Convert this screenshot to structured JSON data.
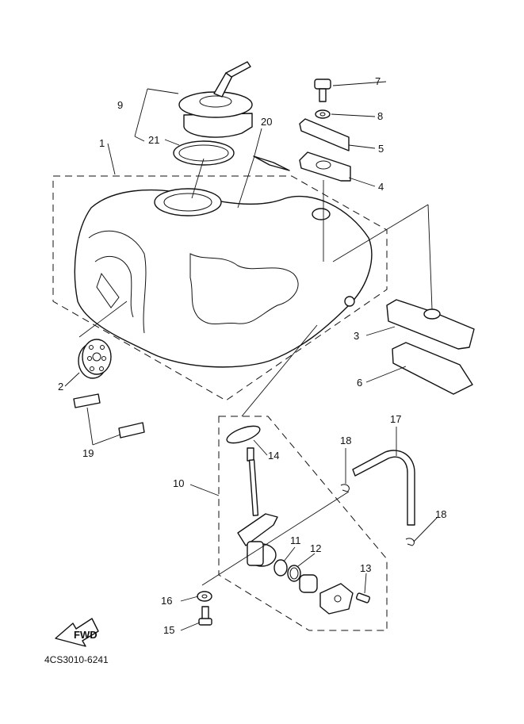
{
  "diagram": {
    "catalog_code": "4CS3010-6241",
    "fwd_label": "FWD",
    "callouts": [
      {
        "id": "c1",
        "text": "1"
      },
      {
        "id": "c2",
        "text": "2"
      },
      {
        "id": "c3",
        "text": "3"
      },
      {
        "id": "c4",
        "text": "4"
      },
      {
        "id": "c5",
        "text": "5"
      },
      {
        "id": "c6",
        "text": "6"
      },
      {
        "id": "c7",
        "text": "7"
      },
      {
        "id": "c8",
        "text": "8"
      },
      {
        "id": "c9",
        "text": "9"
      },
      {
        "id": "c10",
        "text": "10"
      },
      {
        "id": "c11",
        "text": "11"
      },
      {
        "id": "c12",
        "text": "12"
      },
      {
        "id": "c13",
        "text": "13"
      },
      {
        "id": "c14",
        "text": "14"
      },
      {
        "id": "c15",
        "text": "15"
      },
      {
        "id": "c16",
        "text": "16"
      },
      {
        "id": "c17",
        "text": "17"
      },
      {
        "id": "c18a",
        "text": "18"
      },
      {
        "id": "c18b",
        "text": "18"
      },
      {
        "id": "c19",
        "text": "19"
      },
      {
        "id": "c20",
        "text": "20"
      },
      {
        "id": "c21",
        "text": "21"
      }
    ]
  }
}
